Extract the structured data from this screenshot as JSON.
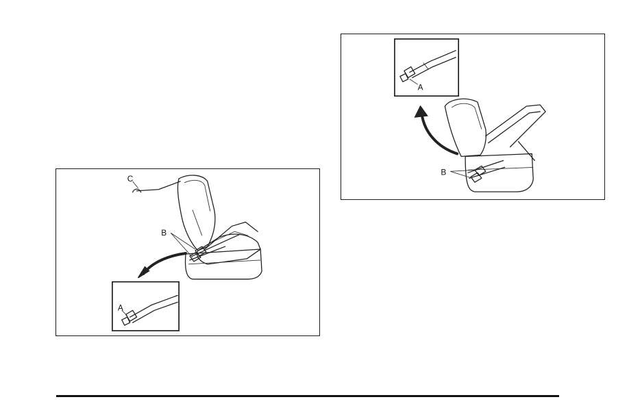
{
  "figures": {
    "left": {
      "labels": {
        "a": "A",
        "b": "B",
        "c": "C"
      }
    },
    "right": {
      "labels": {
        "a": "A",
        "b": "B"
      }
    }
  },
  "colors": {
    "line": "#222222",
    "background": "#ffffff",
    "rule": "#111111"
  }
}
